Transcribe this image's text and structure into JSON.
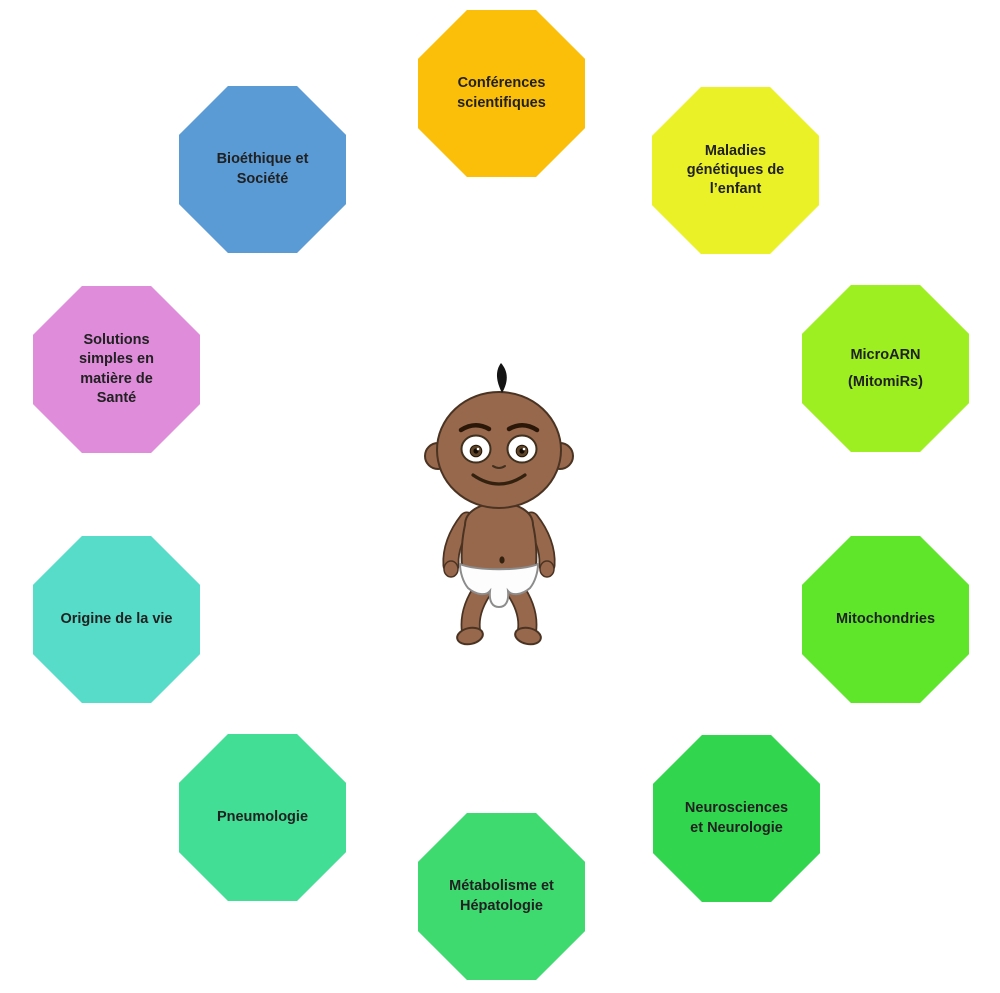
{
  "text_color": "#212121",
  "octagons": [
    {
      "id": "conferences-scientifiques",
      "label": "Conférences\nscientifiques",
      "color": "#FCBF09"
    },
    {
      "id": "maladies-genetiques-enfant",
      "label": "Maladies\ngénétiques de\nl’enfant",
      "color": "#EAF126"
    },
    {
      "id": "microarn-mitomirs",
      "label": "MicroARN\n(MitomiRs)",
      "color": "#9DEF21"
    },
    {
      "id": "mitochondries",
      "label": "Mitochondries",
      "color": "#5FE62B"
    },
    {
      "id": "neurosciences-neurologie",
      "label": "Neurosciences\net Neurologie",
      "color": "#31D64E"
    },
    {
      "id": "metabolisme-hepatologie",
      "label": "Métabolisme et\nHépatologie",
      "color": "#3EDA70"
    },
    {
      "id": "pneumologie",
      "label": "Pneumologie",
      "color": "#42DE95"
    },
    {
      "id": "origine-de-la-vie",
      "label": "Origine de la vie",
      "color": "#57DCC9"
    },
    {
      "id": "solutions-simples-sante",
      "label": "Solutions\nsimples en\nmatière de\nSanté",
      "color": "#DF8CDB"
    },
    {
      "id": "bioethique-societe",
      "label": "Bioéthique et\nSociété",
      "color": "#5B9BD5"
    }
  ],
  "center_figure": {
    "name": "baby-illustration",
    "skin_color": "#97684B",
    "outline_color": "#4A3322",
    "hair_color": "#141414",
    "diaper_color": "#FDFDFD",
    "feature_color": "#33210F"
  }
}
